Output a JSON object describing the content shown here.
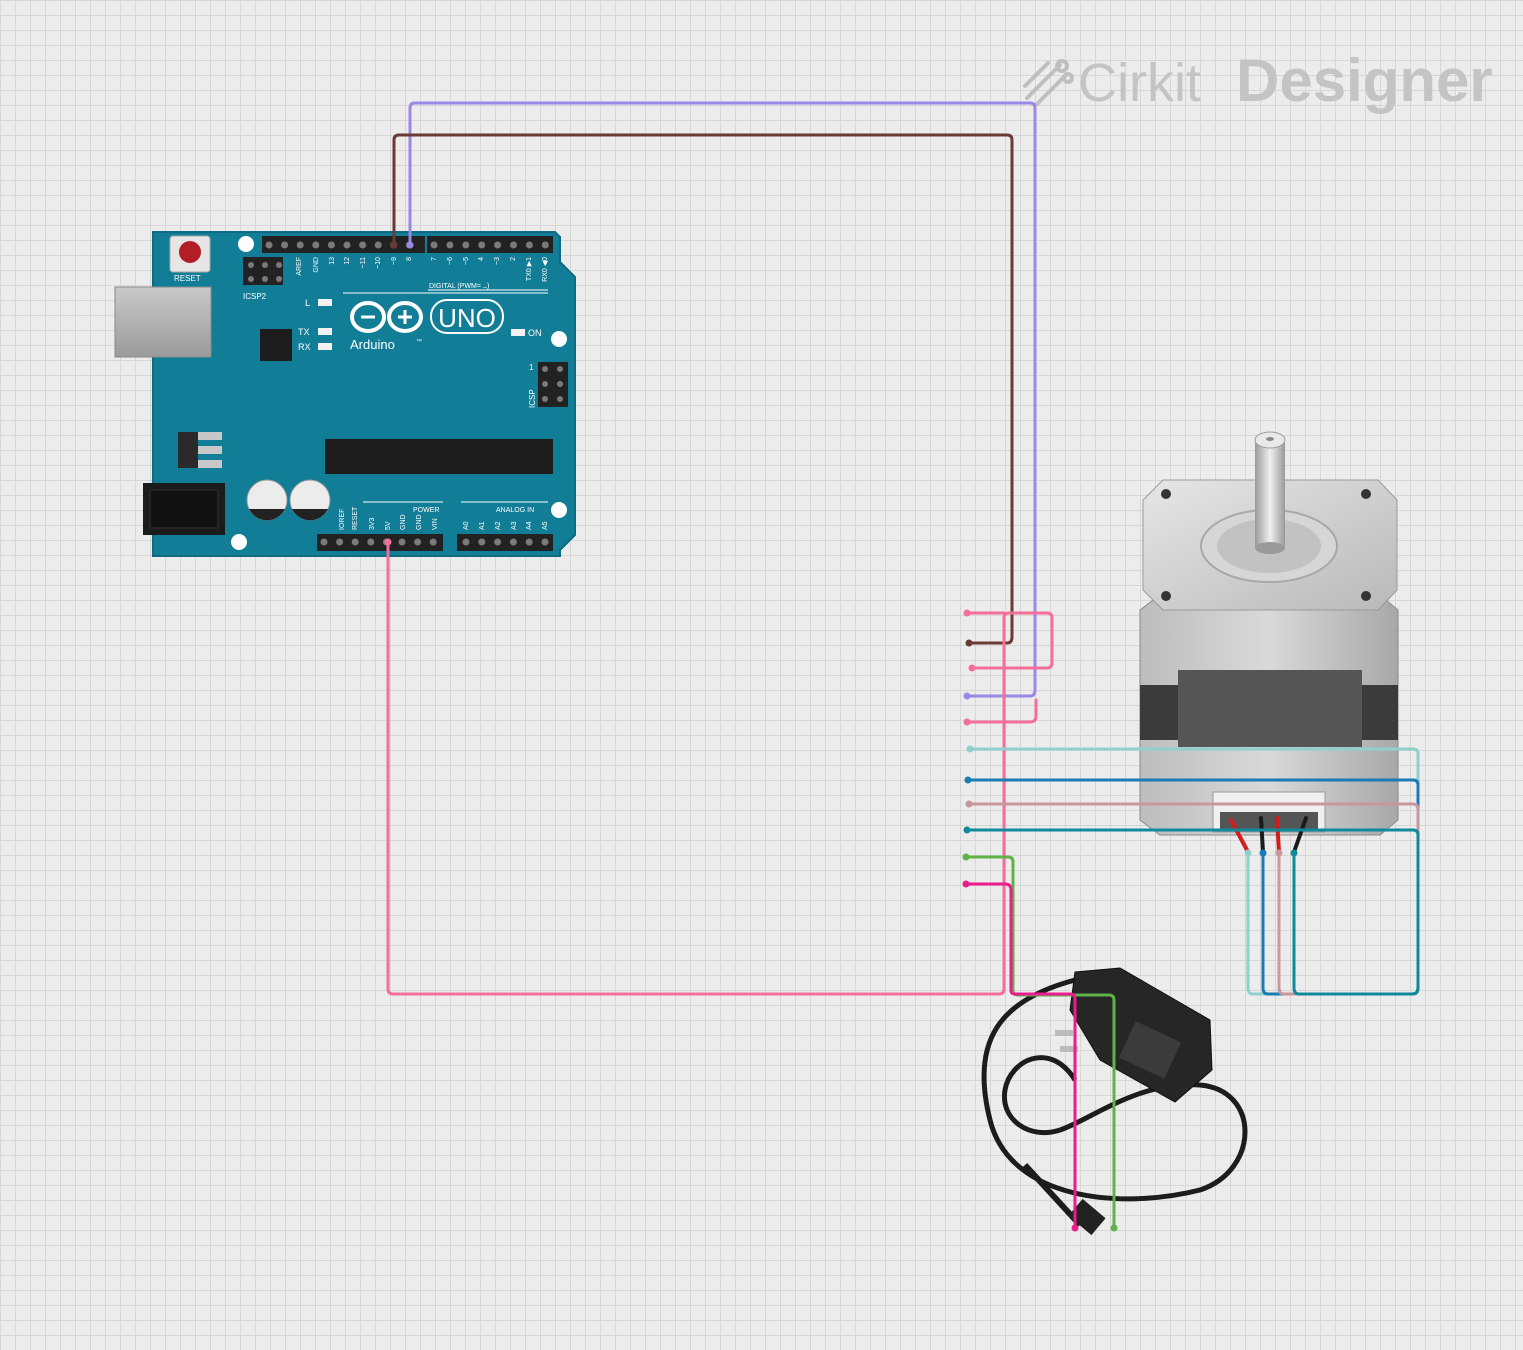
{
  "watermark": {
    "brand_light": "Cirkit",
    "brand_bold": "Designer",
    "icon": "cirkit-logo-icon"
  },
  "arduino": {
    "reset_label": "RESET",
    "icsp2_label": "ICSP2",
    "icsp_label": "ICSP",
    "icsp_pin1": "1",
    "l_label": "L",
    "tx_label": "TX",
    "rx_label": "RX",
    "on_label": "ON",
    "brand_uno": "UNO",
    "brand_name": "Arduino",
    "tm": "™",
    "digital_label": "DIGITAL (PWM= ",
    "digital_tilde": "~",
    "digital_close": ")",
    "power_label": "POWER",
    "analog_label": "ANALOG IN",
    "top_pins": [
      "AREF",
      "GND",
      "13",
      "12",
      "~11",
      "~10",
      "~9",
      "8",
      "7",
      "~6",
      "~5",
      "4",
      "~3",
      "2",
      "TX0 ▶1",
      "RX0 ◀0"
    ],
    "power_pins": [
      "IOREF",
      "RESET",
      "3V3",
      "5V",
      "GND",
      "GND",
      "VIN"
    ],
    "analog_pins": [
      "A0",
      "A1",
      "A2",
      "A3",
      "A4",
      "A5"
    ]
  },
  "wire_colors": {
    "purple": "#9b87e6",
    "brown": "#6b3a36",
    "pink": "#f36f9a",
    "magenta": "#ec1c8c",
    "green": "#5db348",
    "light_teal": "#8fd0cc",
    "blue": "#1a7bb5",
    "mauve": "#c7979e",
    "teal": "#10899a"
  }
}
